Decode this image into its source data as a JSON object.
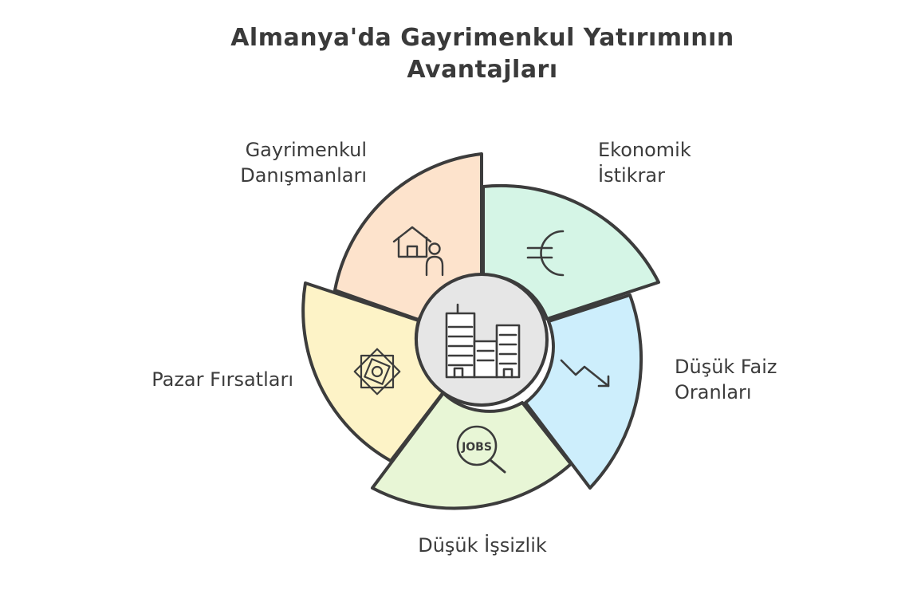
{
  "title": {
    "line1": "Almanya'da Gayrimenkul Yatırımının",
    "line2": "Avantajları"
  },
  "segments": [
    {
      "id": "advisors",
      "lines": [
        "Gayrimenkul",
        "Danışmanları"
      ],
      "icon": "house-person-icon",
      "color": "#fde3cc"
    },
    {
      "id": "economy",
      "lines": [
        "Ekonomik",
        "İstikrar"
      ],
      "icon": "euro-icon",
      "color": "#d5f5e6"
    },
    {
      "id": "interest",
      "lines": [
        "Düşük Faiz",
        "Oranları"
      ],
      "icon": "trend-down-icon",
      "color": "#cdeefc"
    },
    {
      "id": "unemployment",
      "lines": [
        "Düşük İşsizlik"
      ],
      "icon": "jobs-search-icon",
      "icon_text": "JOBS",
      "color": "#e8f6d6"
    },
    {
      "id": "market",
      "lines": [
        "Pazar Fırsatları"
      ],
      "icon": "star-ornament-icon",
      "color": "#fdf3c7"
    }
  ],
  "center": {
    "icon": "buildings-icon",
    "color": "#e6e6e6"
  },
  "stroke_color": "#3c3c3c"
}
